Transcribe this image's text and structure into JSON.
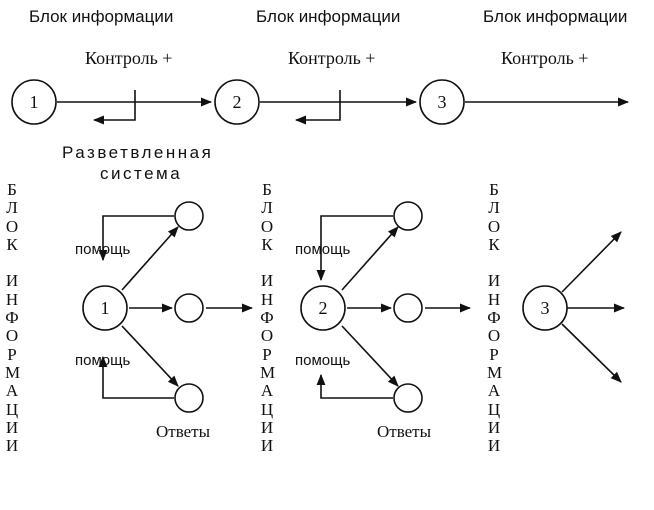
{
  "header": {
    "blocks": [
      "Блок информации",
      "Блок информации",
      "Блок информации"
    ],
    "controls": [
      "Контроль +",
      "Контроль +",
      "Контроль +"
    ]
  },
  "stages": [
    "1",
    "2",
    "3"
  ],
  "subtitle": {
    "line1": "Разветвленная",
    "line2": "система"
  },
  "side_label": "Б\nЛ\nО\nК\n\nИ\nН\nФ\nО\nР\nМ\nА\nЦ\nИ\nИ",
  "help_label": "помощь",
  "answers_label": "Ответы"
}
